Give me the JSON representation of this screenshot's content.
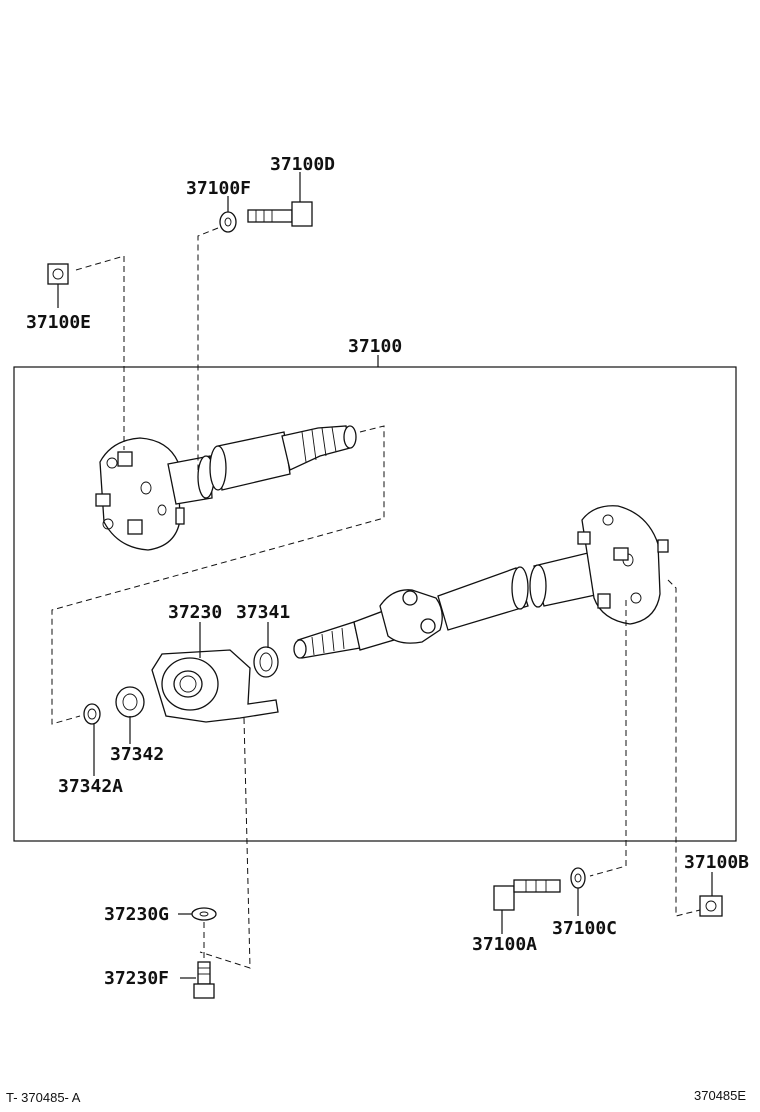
{
  "labels": {
    "p37100D": "37100D",
    "p37100F": "37100F",
    "p37100E": "37100E",
    "p37100": "37100",
    "p37230": "37230",
    "p37341": "37341",
    "p37342": "37342",
    "p37342A": "37342A",
    "p37100B": "37100B",
    "p37100C": "37100C",
    "p37100A": "37100A",
    "p37230G": "37230G",
    "p37230F": "37230F"
  },
  "footer": {
    "left_code": "T- 370485- A",
    "right_code": "370485E"
  }
}
